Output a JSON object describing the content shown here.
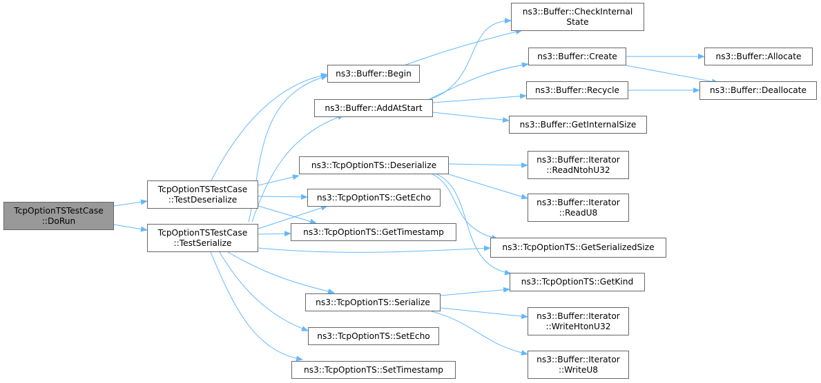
{
  "colors": {
    "edge": "#63b8ff",
    "node_border": "#666666",
    "root_fill": "#999999"
  },
  "nodes": {
    "root": {
      "l1": "TcpOptionTSTestCase",
      "l2": "::DoRun"
    },
    "tdeser": {
      "l1": "TcpOptionTSTestCase",
      "l2": "::TestDeserialize"
    },
    "tser": {
      "l1": "TcpOptionTSTestCase",
      "l2": "::TestSerialize"
    },
    "begin": {
      "l1": "ns3::Buffer::Begin"
    },
    "addstart": {
      "l1": "ns3::Buffer::AddAtStart"
    },
    "deser": {
      "l1": "ns3::TcpOptionTS::Deserialize"
    },
    "getecho": {
      "l1": "ns3::TcpOptionTS::GetEcho"
    },
    "getts": {
      "l1": "ns3::TcpOptionTS::GetTimestamp"
    },
    "ser": {
      "l1": "ns3::TcpOptionTS::Serialize"
    },
    "setecho": {
      "l1": "ns3::TcpOptionTS::SetEcho"
    },
    "setts": {
      "l1": "ns3::TcpOptionTS::SetTimestamp"
    },
    "checkint": {
      "l1": "ns3::Buffer::CheckInternal",
      "l2": "State"
    },
    "create": {
      "l1": "ns3::Buffer::Create"
    },
    "recycle": {
      "l1": "ns3::Buffer::Recycle"
    },
    "getintsz": {
      "l1": "ns3::Buffer::GetInternalSize"
    },
    "readntoh": {
      "l1": "ns3::Buffer::Iterator",
      "l2": "::ReadNtohU32"
    },
    "readu8": {
      "l1": "ns3::Buffer::Iterator",
      "l2": "::ReadU8"
    },
    "getsersz": {
      "l1": "ns3::TcpOptionTS::GetSerializedSize"
    },
    "getkind": {
      "l1": "ns3::TcpOptionTS::GetKind"
    },
    "writehton": {
      "l1": "ns3::Buffer::Iterator",
      "l2": "::WriteHtonU32"
    },
    "writeu8": {
      "l1": "ns3::Buffer::Iterator",
      "l2": "::WriteU8"
    },
    "allocate": {
      "l1": "ns3::Buffer::Allocate"
    },
    "dealloc": {
      "l1": "ns3::Buffer::Deallocate"
    }
  }
}
